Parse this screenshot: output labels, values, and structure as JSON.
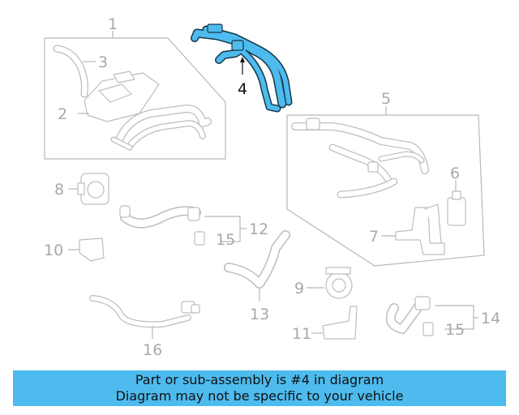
{
  "diagram": {
    "highlight_color": "#4dbbee",
    "callouts": {
      "c1": "1",
      "c2": "2",
      "c3": "3",
      "c4": "4",
      "c5": "5",
      "c6": "6",
      "c7": "7",
      "c8": "8",
      "c9": "9",
      "c10": "10",
      "c11": "11",
      "c12": "12",
      "c13": "13",
      "c14": "14",
      "c15a": "15",
      "c15b": "15",
      "c16": "16"
    }
  },
  "banner": {
    "line1": "Part or sub-assembly is #4 in diagram",
    "line2": "Diagram may not be specific to your vehicle",
    "background": "#4dbbee"
  }
}
